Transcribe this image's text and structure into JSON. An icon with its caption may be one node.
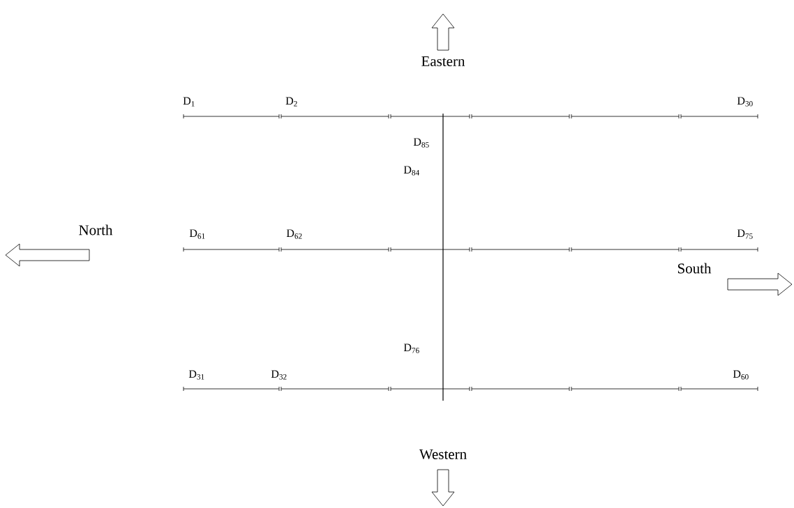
{
  "diagram": {
    "labels": [
      "Eastern",
      "D$_{1}$",
      "D$_{2}$",
      "D$_{30}$",
      "D$_{85}$",
      "D$_{84}$",
      "North",
      "D$_{61}$",
      "D$_{62}$",
      "D$_{75}$",
      "South",
      "D$_{76}$",
      "D$_{31}$",
      "D$_{32}$",
      "D$_{60}$",
      "Western"
    ]
  }
}
